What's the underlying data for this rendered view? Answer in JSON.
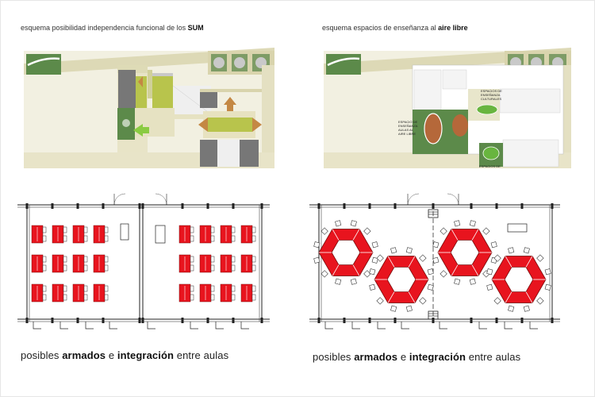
{
  "captions": {
    "sum": {
      "prefix": "esquema posibilidad independencia funcional de los ",
      "bold": "SUM"
    },
    "aire": {
      "prefix": "esquema espacios de enseñanza al ",
      "bold": "aire libre"
    }
  },
  "footers": {
    "left": {
      "w1": "posibles ",
      "b1": "armados",
      "w2": " e ",
      "b2": "integración",
      "w3": " entre aulas"
    },
    "right": {
      "w1": "posibles ",
      "b1": "armados",
      "w2": " e ",
      "b2": "integración",
      "w3": " entre aulas"
    }
  },
  "annotations": {
    "cultural": [
      "ESPACIOS DE",
      "ENSEÑANZA",
      "CULTURALES"
    ],
    "aulas": [
      "ESPACIO DE",
      "ENSEÑANZA",
      "AULAS AL",
      "AIRE LIBRE"
    ],
    "bottom": "ESPACIOS DE"
  },
  "colors": {
    "desk_red": "#e8141e",
    "green_zone": "#6f9c55",
    "olive_zone": "#b6c24a",
    "cream_floor": "#ede8c6",
    "arrow_orange": "#c48844",
    "brown_oval": "#b5683a"
  }
}
